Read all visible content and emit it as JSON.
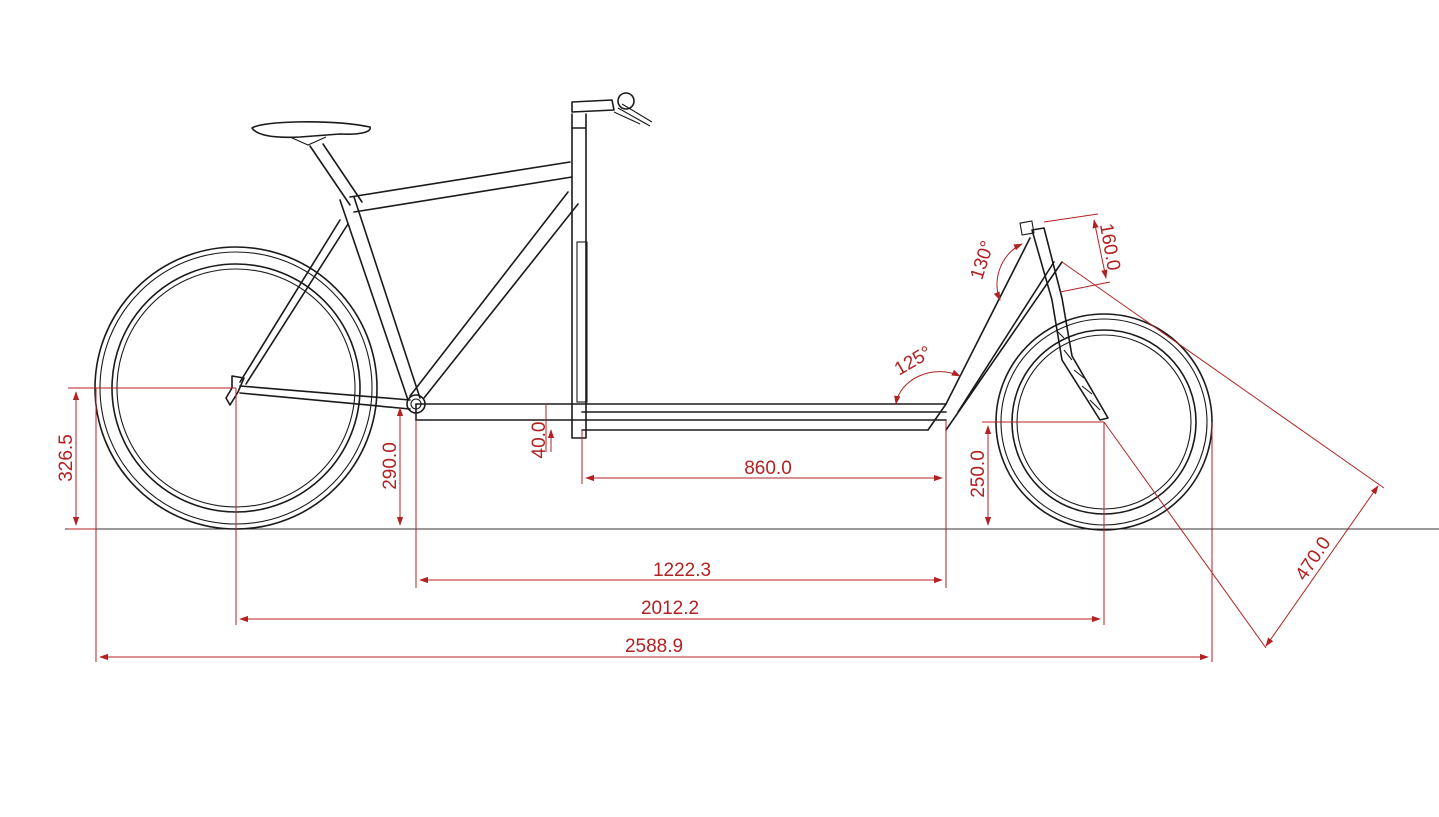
{
  "colors": {
    "line": "#1a1a1a",
    "dimension": "#b22222",
    "background": "#ffffff"
  },
  "dimensions": {
    "rear_axle_height": "326.5",
    "bottom_bracket_height": "290.0",
    "cargo_frame_offset": "40.0",
    "cargo_platform_length": "860.0",
    "front_frame_height": "250.0",
    "bb_to_front_length": "1222.3",
    "wheelbase": "2012.2",
    "overall_length": "2588.9",
    "headtube_length": "160.0",
    "fork_length": "470.0",
    "head_angle": "130°",
    "front_angle": "125°"
  }
}
